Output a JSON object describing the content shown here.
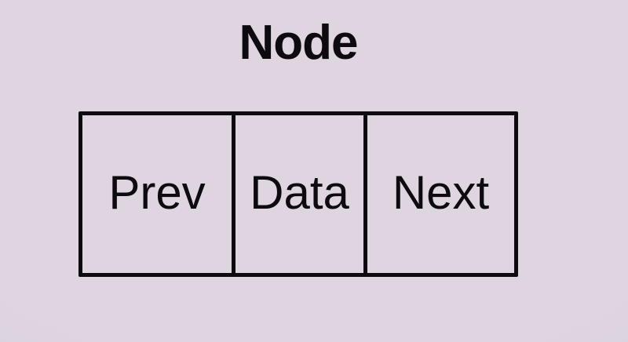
{
  "colors": {
    "background": "#ded5e1",
    "ink": "#0e0b10"
  },
  "diagram": {
    "title": "Node",
    "node_box": {
      "cells": [
        {
          "label": "Prev"
        },
        {
          "label": "Data"
        },
        {
          "label": "Next"
        }
      ]
    }
  }
}
